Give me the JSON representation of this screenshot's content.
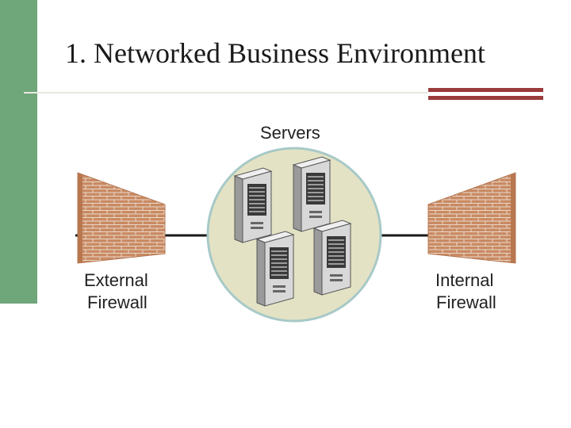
{
  "slide": {
    "title": "1. Networked Business Environment"
  },
  "diagram": {
    "servers_label": "Servers",
    "left_firewall": {
      "line1": "External",
      "line2": "Firewall"
    },
    "right_firewall": {
      "line1": "Internal",
      "line2": "Firewall"
    }
  },
  "colors": {
    "side_bar": "#6fa67a",
    "accent_rule": "#9a3a3a",
    "circle_fill": "#e4e2c4",
    "circle_stroke": "#a7c9c7",
    "brick": "#c98a63"
  }
}
